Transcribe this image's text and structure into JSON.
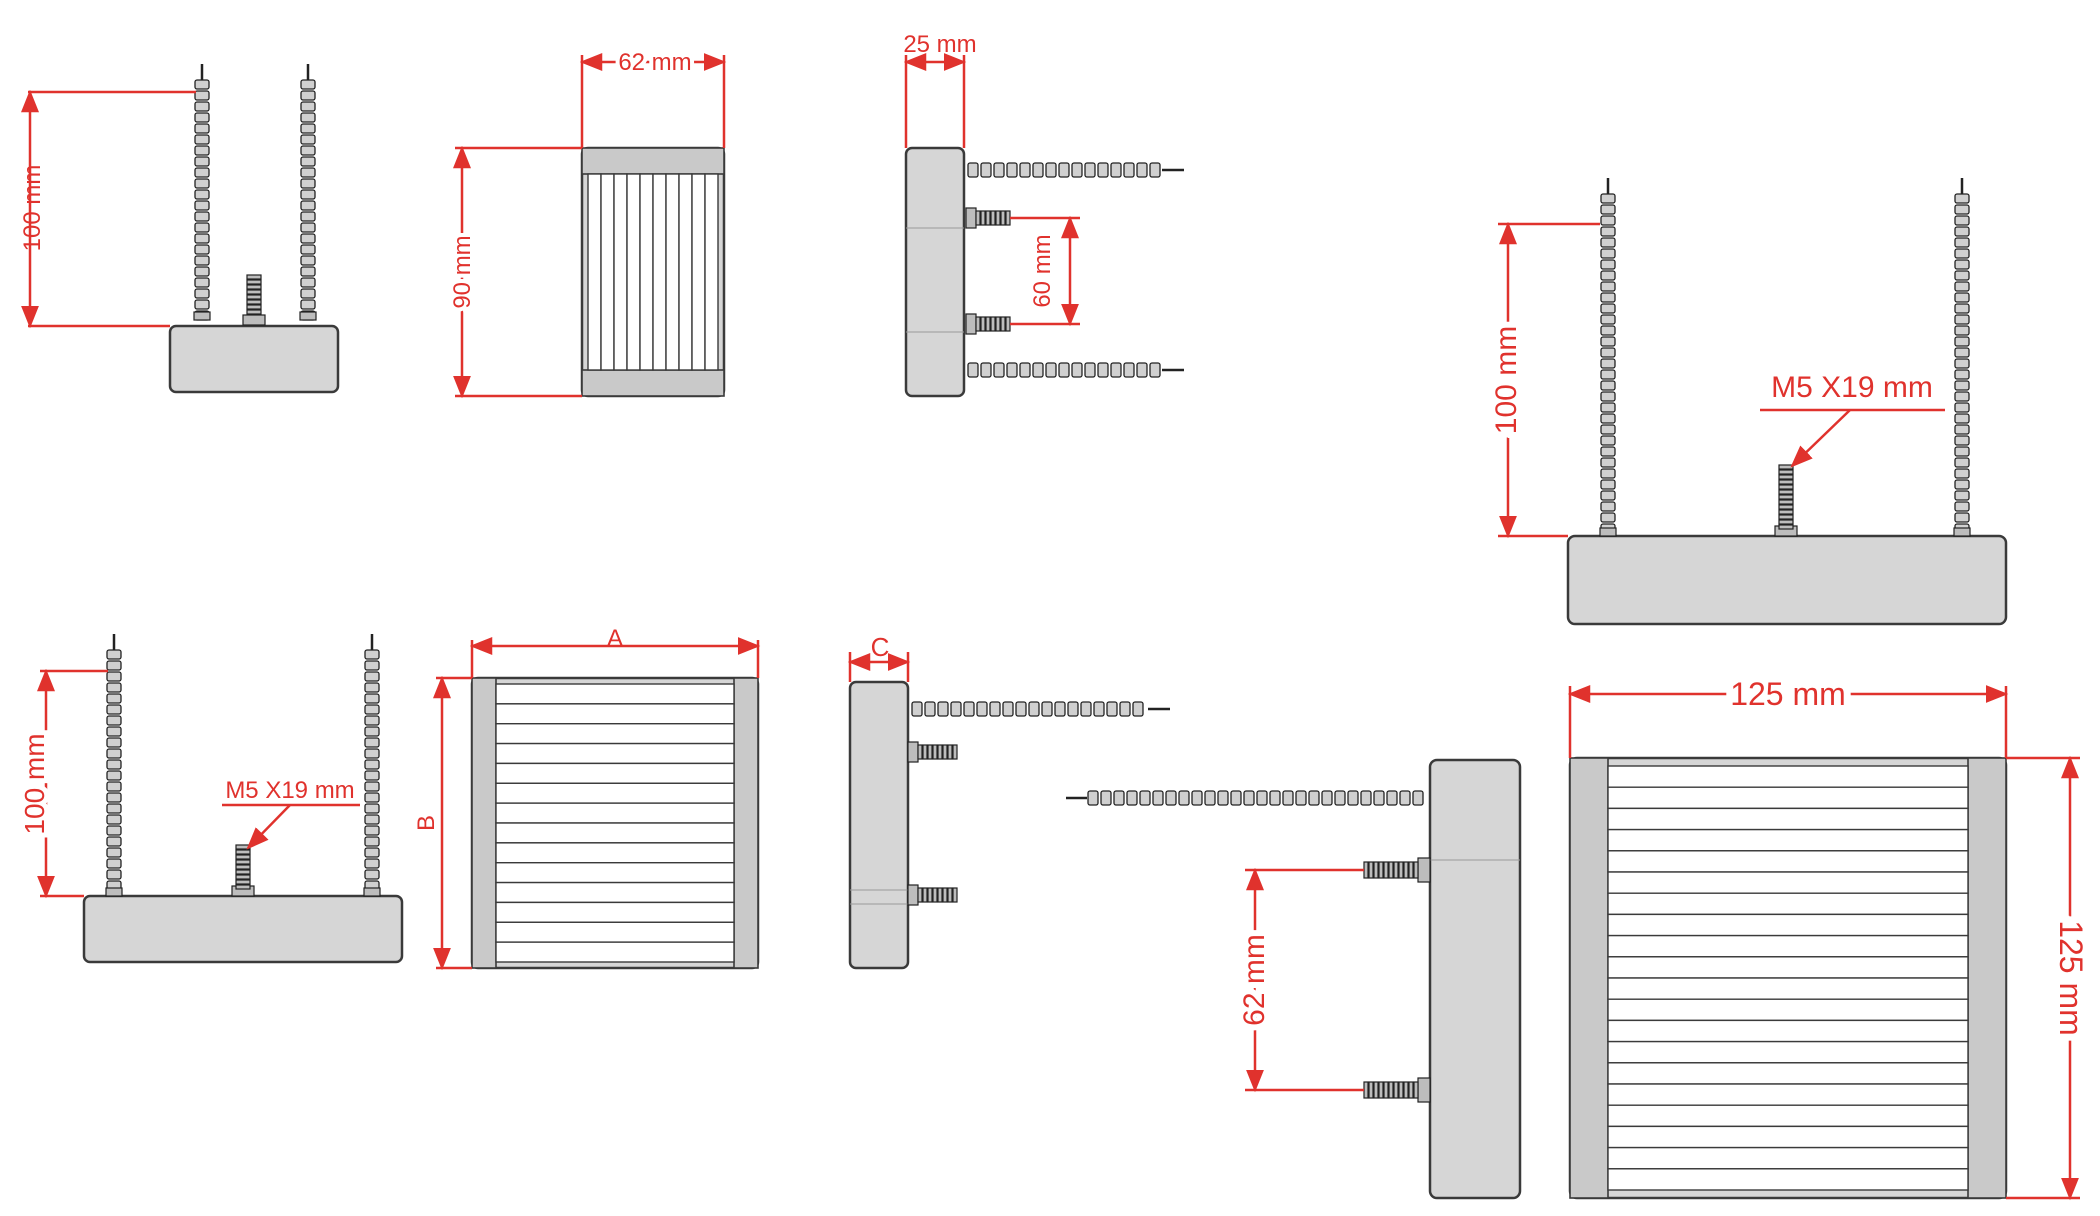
{
  "labels": {
    "small_front_height": "100 mm",
    "small_top_width": "62 mm",
    "small_top_height": "90 mm",
    "small_side_depth": "25 mm",
    "small_side_spacing": "60 mm",
    "big_front_height": "100 mm",
    "big_front_bolt": "M5 X19 mm",
    "mid_front_height": "100 mm",
    "mid_front_bolt": "M5 X19 mm",
    "mid_top_a": "A",
    "mid_top_b": "B",
    "mid_side_c": "C",
    "big_side_spacing": "62 mm",
    "big_top_width": "125 mm",
    "big_top_height": "125 mm"
  },
  "colors": {
    "dimension": "#e0322d",
    "body": "#d6d6d6",
    "outline": "#3a3a3a"
  }
}
